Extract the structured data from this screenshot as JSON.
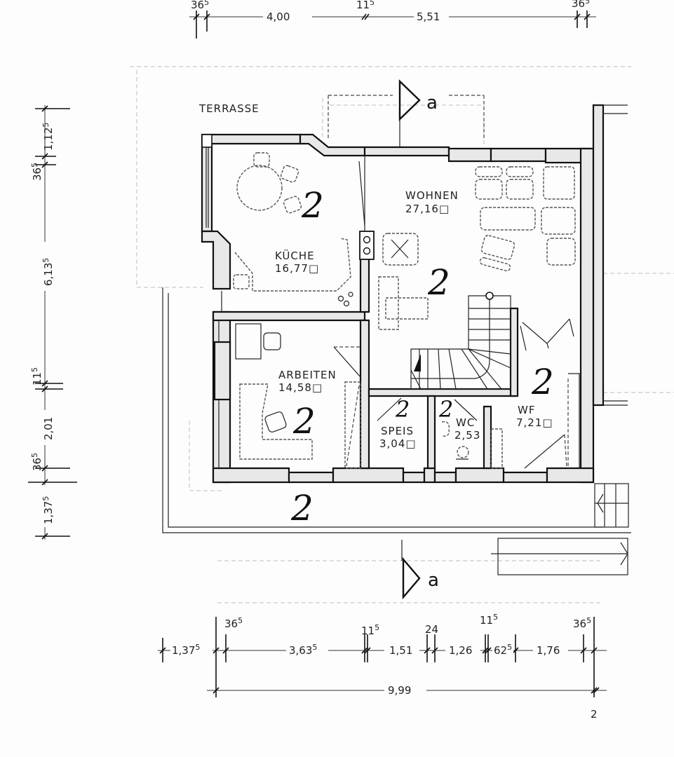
{
  "plan": {
    "terrace_label": "TERRASSE",
    "section_marker": "a",
    "sheet_number": "2",
    "rooms": [
      {
        "name": "KÜCHE",
        "area": "16,77",
        "unit_symbol": "□",
        "mark": "2"
      },
      {
        "name": "WOHNEN",
        "area": "27,16",
        "unit_symbol": "□",
        "mark": "2"
      },
      {
        "name": "ARBEITEN",
        "area": "14,58",
        "unit_symbol": "□",
        "mark": "2"
      },
      {
        "name": "SPEIS",
        "area": "3,04",
        "unit_symbol": "□",
        "mark": "2"
      },
      {
        "name": "WC",
        "area": "2,53",
        "unit_symbol": "",
        "mark": "2"
      },
      {
        "name": "WF",
        "area": "7,21",
        "unit_symbol": "□",
        "mark": "2"
      }
    ],
    "extra_marks": [
      "2"
    ]
  },
  "dimensions": {
    "top": {
      "d1": "36",
      "d1_sup": "5",
      "d2": "4,00",
      "d3": "11",
      "d3_sup": "5",
      "d4": "5,51",
      "d5": "36",
      "d5_sup": "5"
    },
    "left": {
      "d1": "1,12",
      "d1_sup": "5",
      "d2": "36",
      "d2_sup": "5",
      "d3": "6,13",
      "d3_sup": "5",
      "d4": "11",
      "d4_sup": "5",
      "d5": "2,01",
      "d6": "36",
      "d6_sup": "5",
      "d7": "1,37",
      "d7_sup": "5"
    },
    "bottom": {
      "d1": "1,37",
      "d1_sup": "5",
      "d2": "36",
      "d2_sup": "5",
      "d3": "3,63",
      "d3_sup": "5",
      "d4": "11",
      "d4_sup": "5",
      "d5": "1,51",
      "d6": "24",
      "d7": "1,26",
      "d8": "11",
      "d8_sup": "5",
      "d9": "62",
      "d9_sup": "5",
      "d10": "1,76",
      "d11": "36",
      "d11_sup": "5"
    },
    "overall": "9,99"
  }
}
